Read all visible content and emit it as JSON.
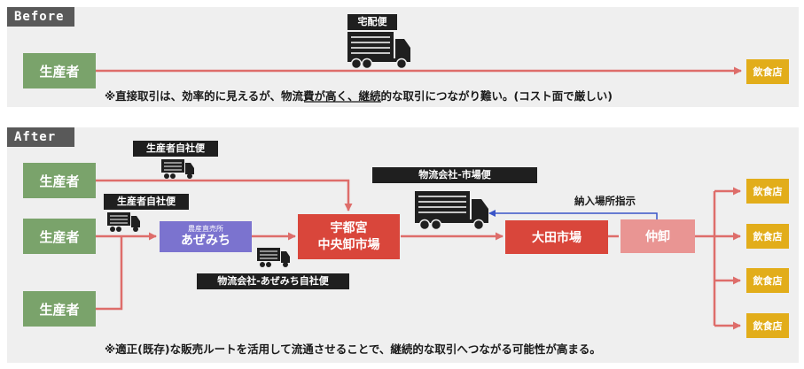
{
  "before": {
    "tag": "Before",
    "producer": "生産者",
    "delivery_label": "宅配便",
    "restaurant": "飲食店",
    "note_prefix": "※直接取引は、効率的に見えるが、",
    "note_underlined": "物流費が高く",
    "note_suffix": "、継続的な取引につながり難い。(コスト面で厳しい)"
  },
  "after": {
    "tag": "After",
    "producers": [
      "生産者",
      "生産者",
      "生産者"
    ],
    "producer_delivery_label_1": "生産者自社便",
    "producer_delivery_label_2": "生産者自社便",
    "azemichi_caption": "農産直売所",
    "azemichi_name": "あぜみち",
    "azemichi_delivery_label": "物流会社-あぜみち自社便",
    "central_market_line1": "宇都宮",
    "central_market_line2": "中央卸市場",
    "market_delivery_label": "物流会社-市場便",
    "ota_market": "大田市場",
    "wholesaler": "仲卸",
    "instruction_label": "納入場所指示",
    "restaurants": [
      "飲食店",
      "飲食店",
      "飲食店",
      "飲食店"
    ],
    "note": "※適正(既存)な販売ルートを活用して流通させることで、継続的な取引へつながる可能性が高まる。"
  },
  "colors": {
    "panel_bg": "#efefef",
    "tag_bg": "#595959",
    "producer_green": "#7aa36b",
    "restaurant_yellow": "#e2ad1a",
    "market_red": "#d9463b",
    "wholesaler_pink": "#e99593",
    "azemichi_purple": "#7b73cf",
    "arrow_red": "#de6d6a",
    "arrow_blue": "#3a55c8",
    "label_black": "#1f1f1f"
  }
}
